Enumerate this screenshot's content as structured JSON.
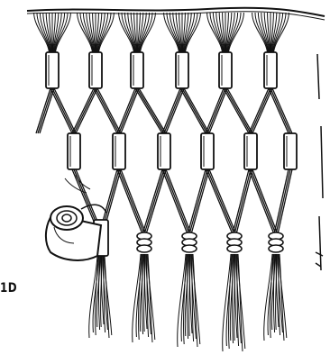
{
  "figure": {
    "side_label": "1D",
    "line_color": "#111111",
    "paper_color": "#ffffff",
    "tube_count_top_row": 6,
    "tube_count_middle_row": 6
  }
}
